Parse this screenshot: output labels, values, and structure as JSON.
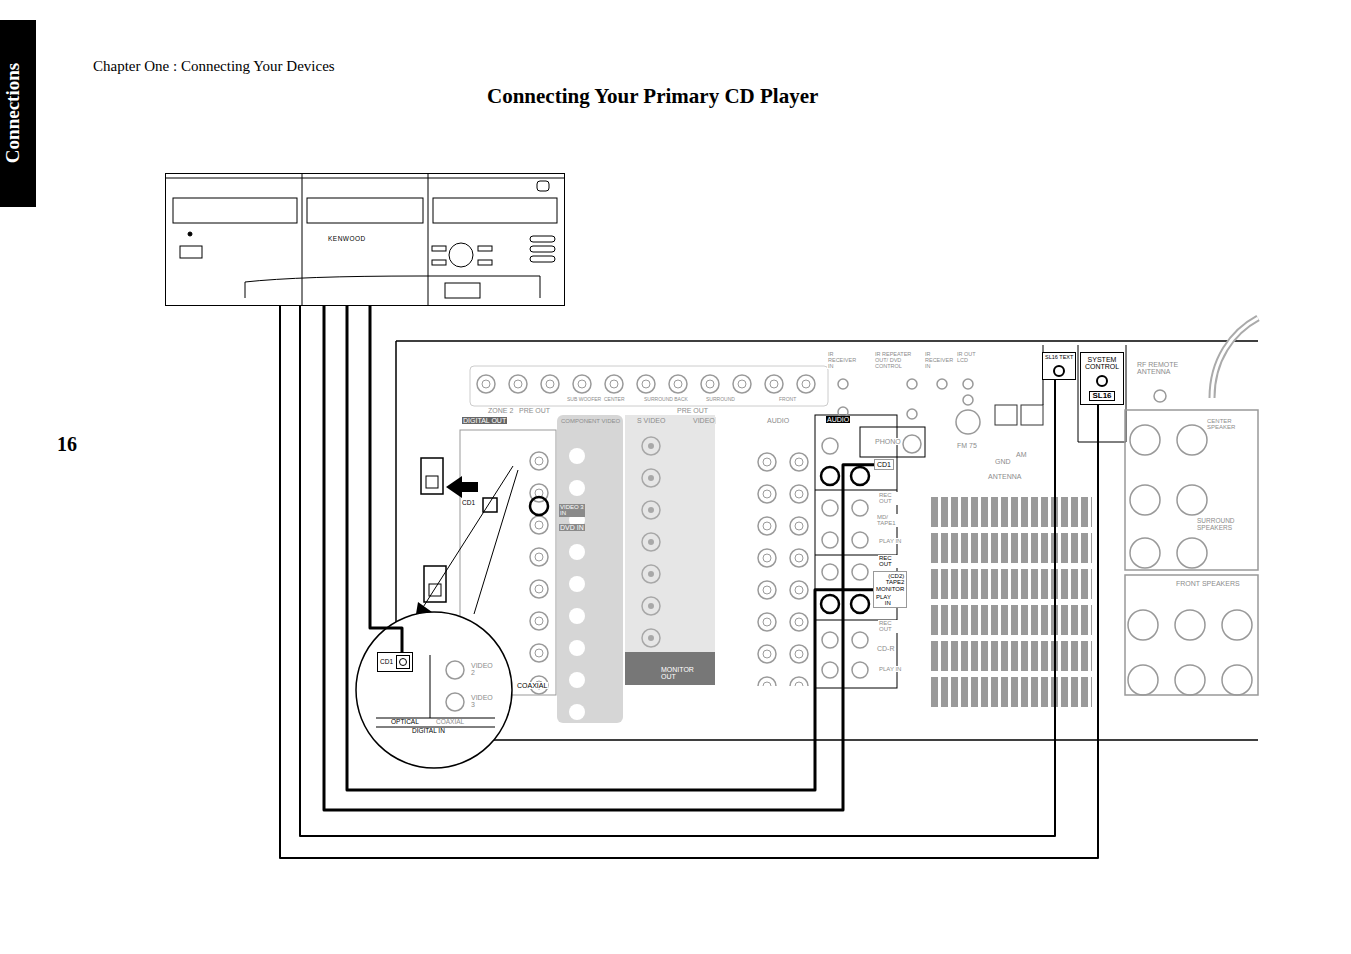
{
  "diagram": {
    "title": "Connecting Your Primary CD Player",
    "nodes": [
      {
        "text": [
          "KENWOOD"
        ]
      },
      {
        "text": [
          "CD1"
        ]
      },
      {
        "text": [
          "(CD2) TAPE2 MONITOR",
          "PLAY IN"
        ]
      },
      {
        "text": [
          "CD1"
        ]
      },
      {
        "text": [
          "SL16 TEXT"
        ]
      },
      {
        "text": [
          "SYSTEM CONTROL",
          "SL16"
        ]
      }
    ],
    "edges": [
      {
        "from": 0,
        "to": 1,
        "arrow": "none"
      },
      {
        "from": 0,
        "to": 2,
        "arrow": "none"
      },
      {
        "from": 0,
        "to": 3,
        "arrow": "none"
      },
      {
        "from": 0,
        "to": 4,
        "arrow": "none"
      },
      {
        "from": 0,
        "to": 5,
        "arrow": "none"
      }
    ],
    "labels": [
      "Connections",
      "Chapter One : Connecting Your Devices",
      "16",
      "SUB WOOFER",
      "CENTER",
      "SURROUND BACK",
      "SURROUND",
      "FRONT",
      "IR RECEIVER IN",
      "IR REPEATER OUT/ DVD CONTROL",
      "IR RECEIVER IN",
      "IR OUT LCD",
      "RF REMOTE ANTENNA",
      "ZONE 2",
      "PRE OUT",
      "PRE OUT",
      "DIGITAL OUT",
      "COMPONENT VIDEO",
      "S VIDEO",
      "VIDEO",
      "AUDIO",
      "AUDIO",
      "PHONO",
      "CENTER SPEAKER",
      "FM 75",
      "AM",
      "GND",
      "ANTENNA",
      "CD1",
      "VIDEO 3 IN",
      "REC OUT",
      "DVD IN",
      "MD/ TAPE1",
      "SURROUND SPEAKERS",
      "PLAY IN",
      "REC OUT",
      "FRONT SPEAKERS",
      "REC OUT",
      "CD-R",
      "VIDEO 2",
      "MONITOR OUT",
      "PLAY IN",
      "COAXIAL",
      "VIDEO 3",
      "OPTICAL",
      "COAXIAL",
      "DIGITAL IN"
    ]
  }
}
